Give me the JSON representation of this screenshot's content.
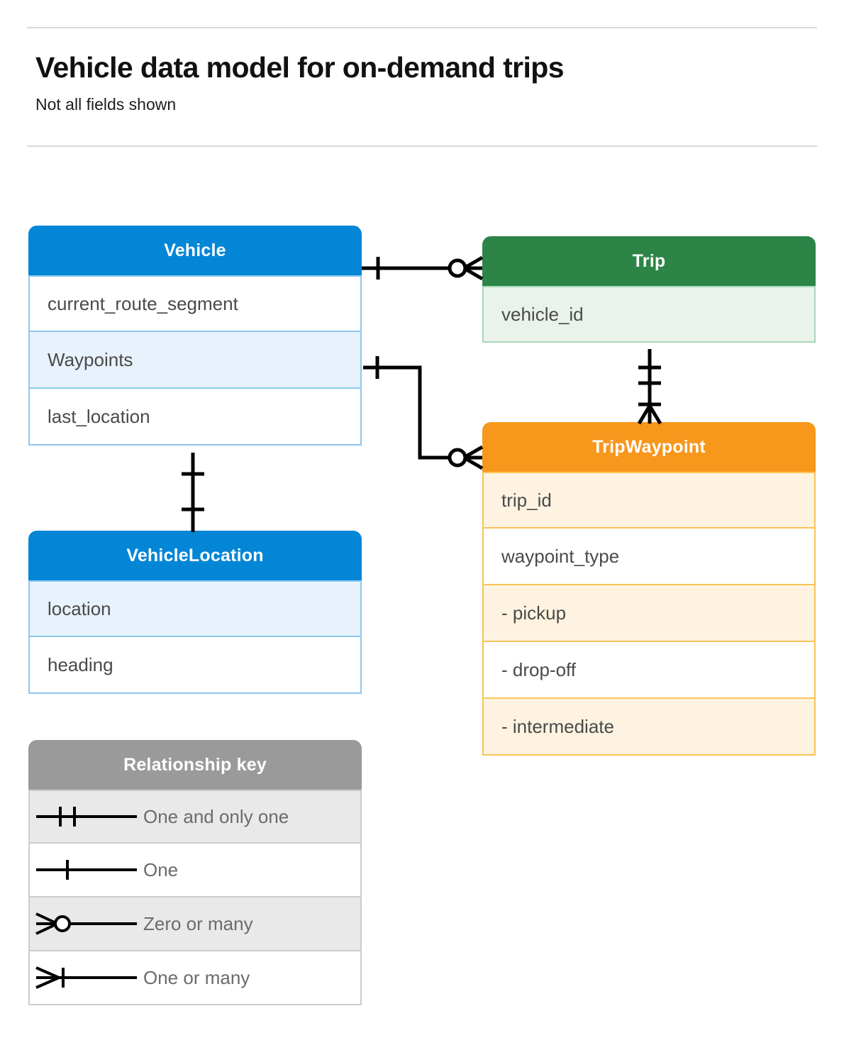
{
  "header": {
    "title": "Vehicle data model for on-demand trips",
    "subtitle": "Not all fields shown"
  },
  "entities": [
    {
      "id": "vehicle",
      "name": "Vehicle",
      "color": "#0486d7",
      "fields": [
        {
          "label": "current_route_segment"
        },
        {
          "label": "Waypoints"
        },
        {
          "label": "last_location"
        }
      ]
    },
    {
      "id": "trip",
      "name": "Trip",
      "color": "#2c8547",
      "fields": [
        {
          "label": "vehicle_id"
        }
      ]
    },
    {
      "id": "tripwaypoint",
      "name": "TripWaypoint",
      "color": "#f7971c",
      "fields": [
        {
          "label": "trip_id"
        },
        {
          "label": "waypoint_type"
        },
        {
          "label": "-  pickup"
        },
        {
          "label": "-  drop-off"
        },
        {
          "label": "-  intermediate"
        }
      ]
    },
    {
      "id": "vehiclelocation",
      "name": "VehicleLocation",
      "color": "#0486d7",
      "fields": [
        {
          "label": "location"
        },
        {
          "label": "heading"
        }
      ]
    }
  ],
  "legend": {
    "title": "Relationship key",
    "color": "#9a9a9a",
    "rows": [
      {
        "symbol": "one-and-only-one",
        "label": "One and only one"
      },
      {
        "symbol": "one",
        "label": "One"
      },
      {
        "symbol": "zero-or-many",
        "label": "Zero or many"
      },
      {
        "symbol": "one-or-many",
        "label": "One or many"
      }
    ]
  },
  "relationships": [
    {
      "id": "vehicle-trip",
      "from": "Vehicle",
      "to": "Trip",
      "from_cardinality": "One",
      "to_cardinality": "Zero or many"
    },
    {
      "id": "vehicle-waypoints-tripwaypoint",
      "from": "Vehicle.Waypoints",
      "to": "TripWaypoint",
      "from_cardinality": "One",
      "to_cardinality": "Zero or many"
    },
    {
      "id": "trip-tripwaypoint",
      "from": "Trip",
      "to": "TripWaypoint",
      "from_cardinality": "One and only one",
      "to_cardinality": "One or many"
    },
    {
      "id": "vehicle-vehiclelocation",
      "from": "Vehicle",
      "to": "VehicleLocation",
      "from_cardinality": "One",
      "to_cardinality": "One"
    }
  ]
}
